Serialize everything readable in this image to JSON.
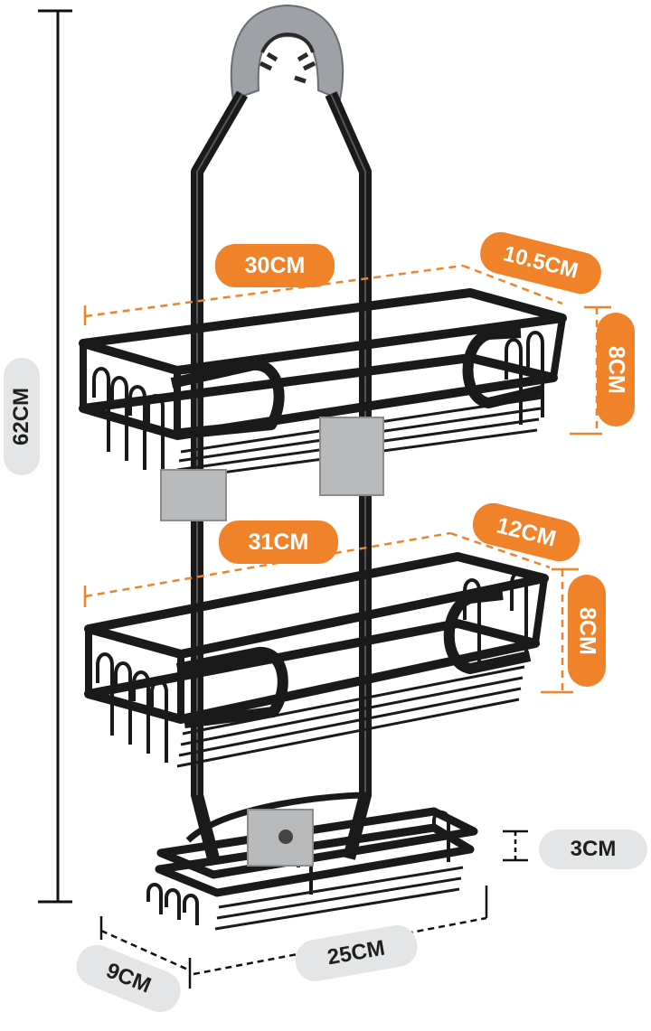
{
  "product": {
    "name": "hanging-shower-caddy-dimensions",
    "frame_color": "#1a1a1a",
    "hook_color": "#9ea2a6",
    "adhesive_pad_color": "#b8babc"
  },
  "accent_colors": {
    "orange": "#f0822a",
    "grey_label": "#e3e5e6",
    "dark_line": "#111111"
  },
  "dimensions": {
    "total_height": "62CM",
    "top_basket_width": "30CM",
    "top_basket_depth": "10.5CM",
    "top_basket_height": "8CM",
    "middle_basket_width": "31CM",
    "middle_basket_depth": "12CM",
    "middle_basket_height": "8CM",
    "bottom_basket_height": "3CM",
    "bottom_basket_width": "25CM",
    "bottom_basket_depth": "9CM"
  }
}
